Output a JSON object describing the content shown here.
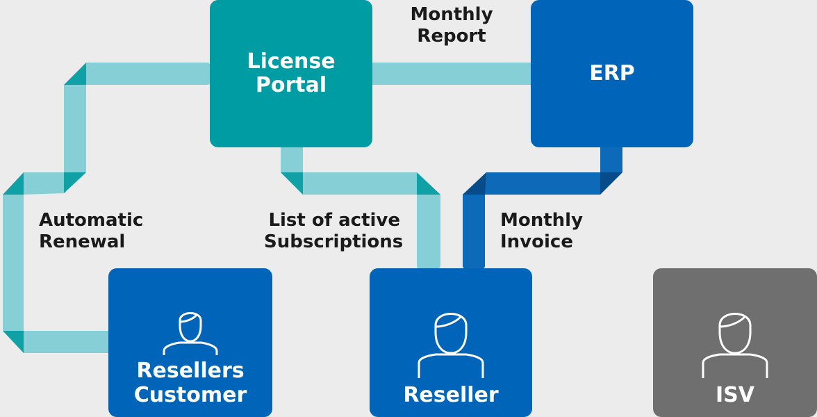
{
  "colors": {
    "background": "#ececec",
    "portal": "#009ca4",
    "blue": "#0065b8",
    "isv": "#6f6f6f",
    "arrow_light": "#86cfd6",
    "arrow_light_dark": "#10a1a7",
    "arrow_blue": "#0d6ab9",
    "arrow_blue_dark": "#064c8a"
  },
  "nodes": {
    "license_portal": "License\nPortal",
    "erp": "ERP",
    "resellers_customer": "Resellers\nCustomer",
    "reseller": "Reseller",
    "isv": "ISV"
  },
  "edges": {
    "monthly_report": "Monthly\nReport",
    "automatic_renewal": "Automatic\nRenewal",
    "list_active": "List of active\nSubscriptions",
    "monthly_invoice": "Monthly\nInvoice"
  },
  "icons": {
    "person": "person-outline-icon"
  }
}
